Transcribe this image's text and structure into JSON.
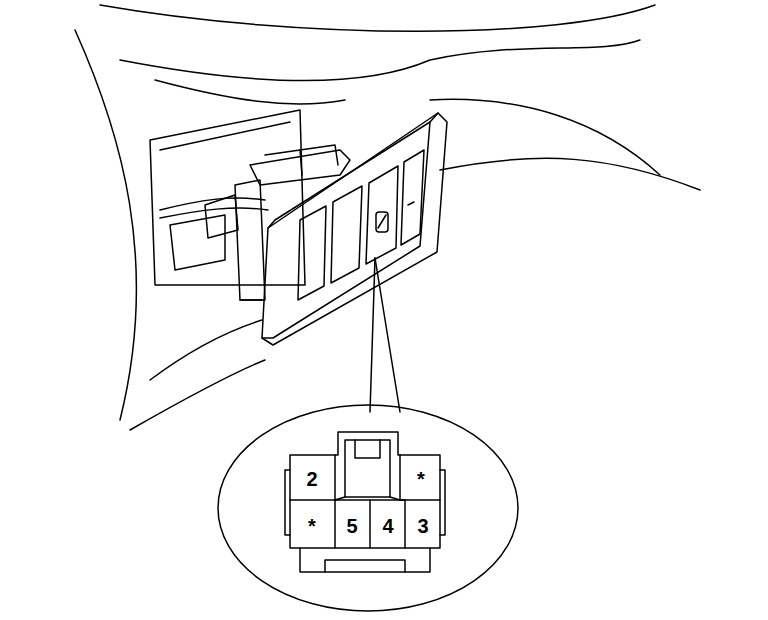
{
  "diagram": {
    "labels": [
      "2",
      "*",
      "*",
      "5",
      "4",
      "3"
    ]
  }
}
